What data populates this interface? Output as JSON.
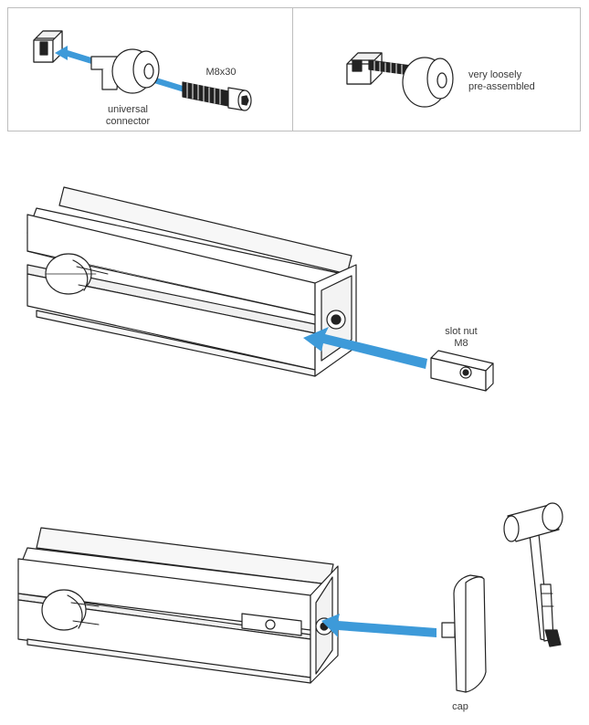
{
  "colors": {
    "arrow": "#3d9ad9",
    "line": "#222222",
    "panel_border": "#bdbdbd"
  },
  "labels": {
    "universal_connector_line1": "universal",
    "universal_connector_line2": "connector",
    "screw": "M8x30",
    "preassembled_line1": "very loosely",
    "preassembled_line2": "pre-assembled",
    "slot_nut_line1": "slot nut",
    "slot_nut_line2": "M8",
    "cap": "cap"
  }
}
